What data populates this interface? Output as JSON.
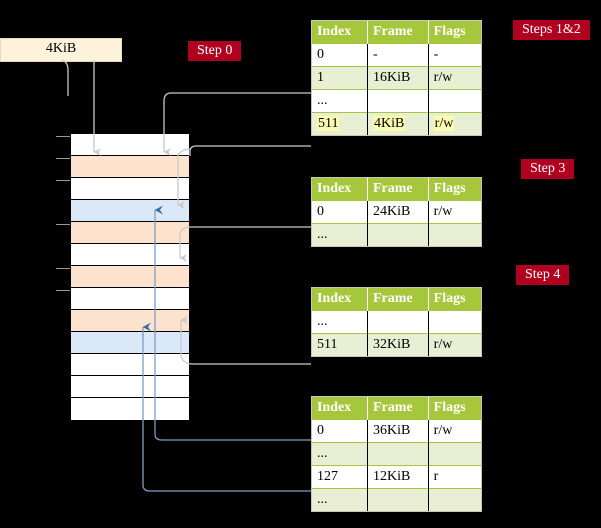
{
  "diagram": {
    "title_hidden": "",
    "source_block": {
      "label": "4KiB"
    },
    "steps": [
      {
        "id": "step0",
        "label": "Step 0"
      },
      {
        "id": "step12",
        "label": "Steps 1&2"
      },
      {
        "id": "step3",
        "label": "Step 3"
      },
      {
        "id": "step4",
        "label": "Step 4"
      }
    ],
    "colors": {
      "badge_bg": "#b00020",
      "badge_fg": "#ffffff",
      "table_header_bg": "#a6c63c",
      "table_alt_row_bg": "#e9efd4",
      "highlight": "#fbfbb0",
      "source_box_bg": "#fdf3dc",
      "mem_white": "#ffffff",
      "mem_orange": "#fde3cd",
      "mem_blue": "#dbe8f7",
      "arrow_gray": "#b3b3b3",
      "arrow_blue": "#7d9fc4"
    },
    "tables": [
      {
        "name": "page-table-level-0",
        "columns": [
          "Index",
          "Frame",
          "Flags"
        ],
        "rows": [
          {
            "style": "plain",
            "cells": [
              "0",
              "-",
              "-"
            ],
            "highlight": false
          },
          {
            "style": "alt",
            "cells": [
              "1",
              "16KiB",
              "r/w"
            ],
            "highlight": false
          },
          {
            "style": "plain",
            "cells": [
              "...",
              "",
              ""
            ],
            "highlight": false
          },
          {
            "style": "alt",
            "cells": [
              "511",
              "4KiB",
              "r/w"
            ],
            "highlight": true
          }
        ]
      },
      {
        "name": "page-table-level-1",
        "columns": [
          "Index",
          "Frame",
          "Flags"
        ],
        "rows": [
          {
            "style": "plain",
            "cells": [
              "0",
              "24KiB",
              "r/w"
            ],
            "highlight": false
          },
          {
            "style": "alt",
            "cells": [
              "...",
              "",
              ""
            ],
            "highlight": false
          }
        ]
      },
      {
        "name": "page-table-level-2",
        "columns": [
          "Index",
          "Frame",
          "Flags"
        ],
        "rows": [
          {
            "style": "plain",
            "cells": [
              "...",
              "",
              ""
            ],
            "highlight": false
          },
          {
            "style": "alt",
            "cells": [
              "511",
              "32KiB",
              "r/w"
            ],
            "highlight": false
          }
        ]
      },
      {
        "name": "page-table-level-3",
        "columns": [
          "Index",
          "Frame",
          "Flags"
        ],
        "rows": [
          {
            "style": "plain",
            "cells": [
              "0",
              "36KiB",
              "r/w"
            ],
            "highlight": false
          },
          {
            "style": "alt",
            "cells": [
              "...",
              "",
              ""
            ],
            "highlight": false
          },
          {
            "style": "plain",
            "cells": [
              "127",
              "12KiB",
              "r"
            ],
            "highlight": false
          },
          {
            "style": "alt",
            "cells": [
              "...",
              "",
              ""
            ],
            "highlight": false
          }
        ]
      }
    ],
    "memory_column": {
      "name": "physical-memory-column",
      "rows": [
        {
          "fill": "white"
        },
        {
          "fill": "orange"
        },
        {
          "fill": "white"
        },
        {
          "fill": "blue"
        },
        {
          "fill": "orange"
        },
        {
          "fill": "white"
        },
        {
          "fill": "orange"
        },
        {
          "fill": "white"
        },
        {
          "fill": "orange"
        },
        {
          "fill": "blue"
        },
        {
          "fill": "white"
        },
        {
          "fill": "white"
        },
        {
          "fill": "white"
        }
      ]
    }
  }
}
